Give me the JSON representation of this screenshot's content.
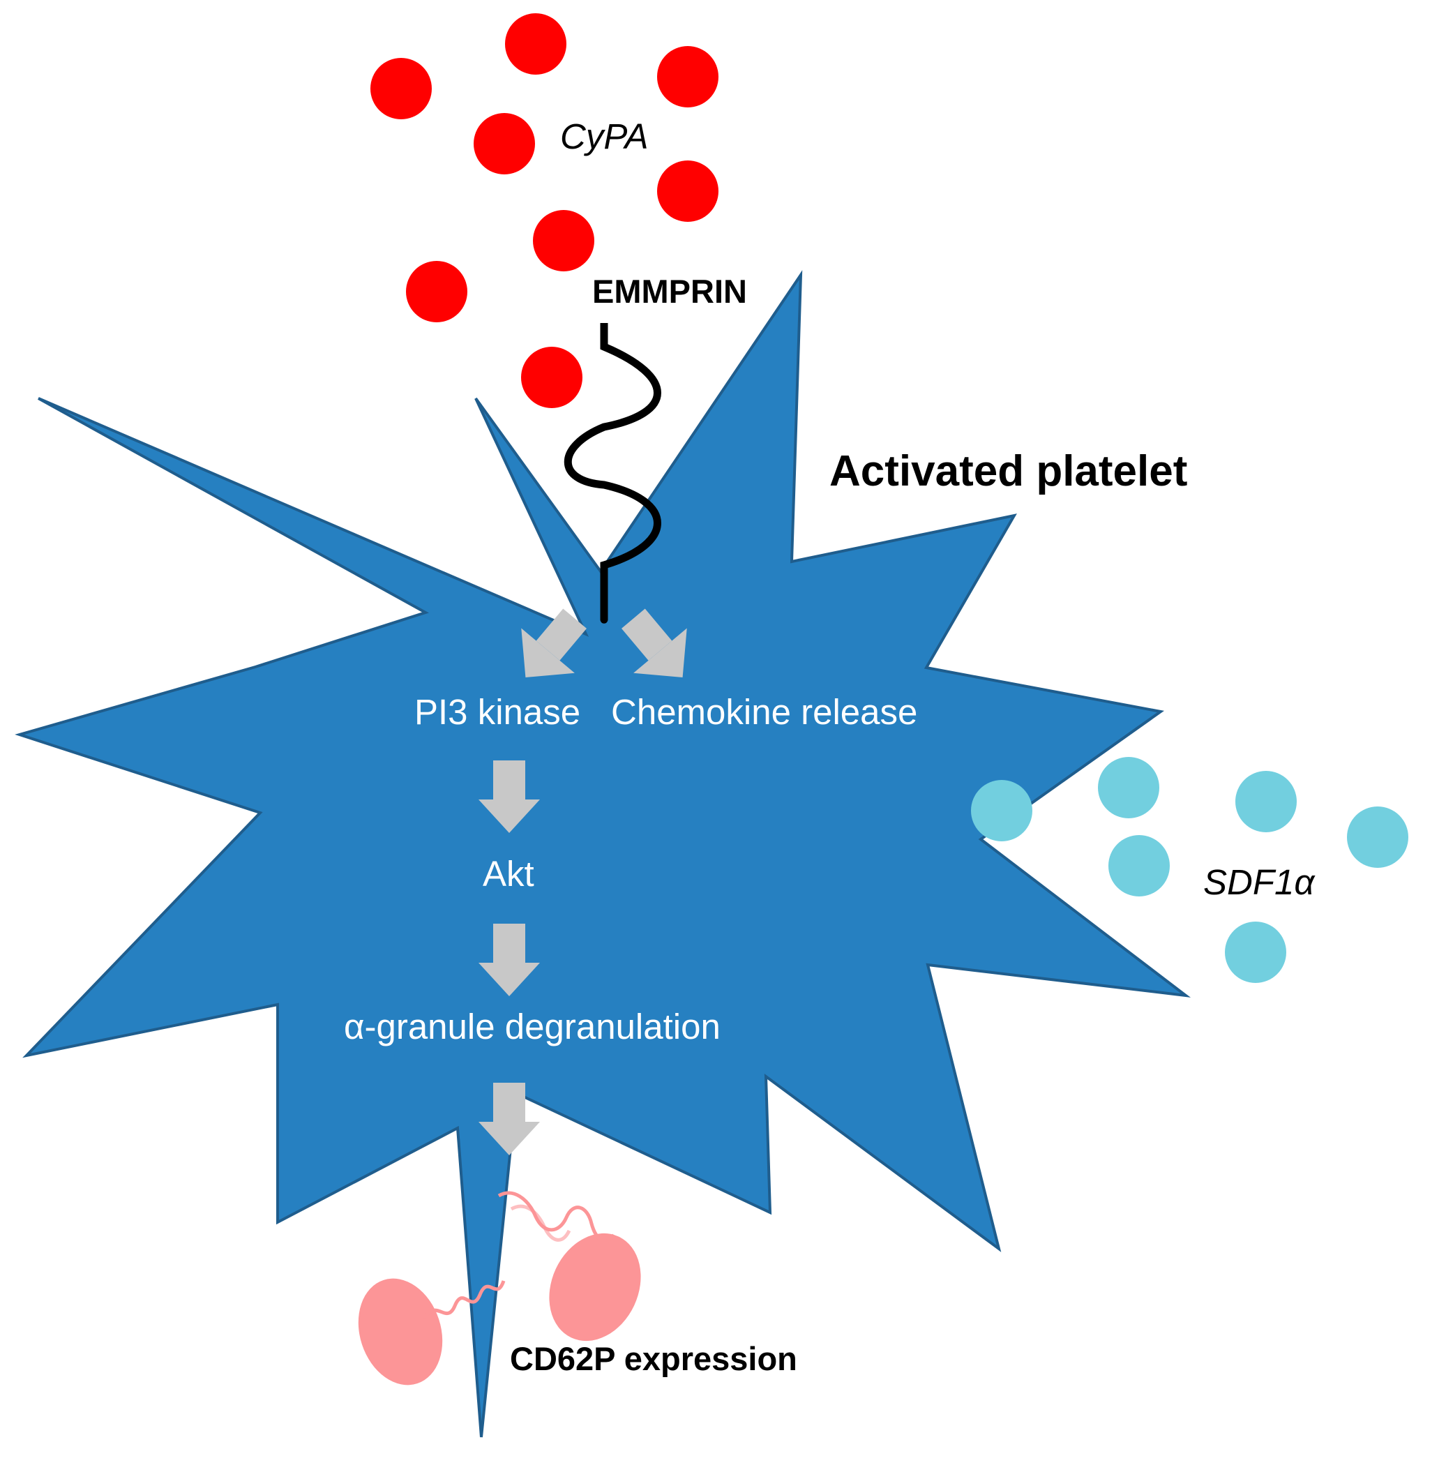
{
  "cell": {
    "label": "Activated platelet",
    "color": "#2680c1",
    "outline": "#1f5d8d"
  },
  "receptor": {
    "label": "EMMPRIN",
    "color": "#000000"
  },
  "ligand_cypa": {
    "label": "CyPA",
    "color": "#ff0000"
  },
  "ligand_sdf": {
    "label": "SDF1α",
    "color": "#72cfdf"
  },
  "pathway": {
    "step1": "PI3 kinase",
    "step1_alt": "Chemokine release",
    "step2": "Akt",
    "step3": "α-granule degranulation",
    "arrow_color": "#c8c8c8"
  },
  "surface_marker": {
    "label": "CD62P expression",
    "color": "#fc9597"
  }
}
